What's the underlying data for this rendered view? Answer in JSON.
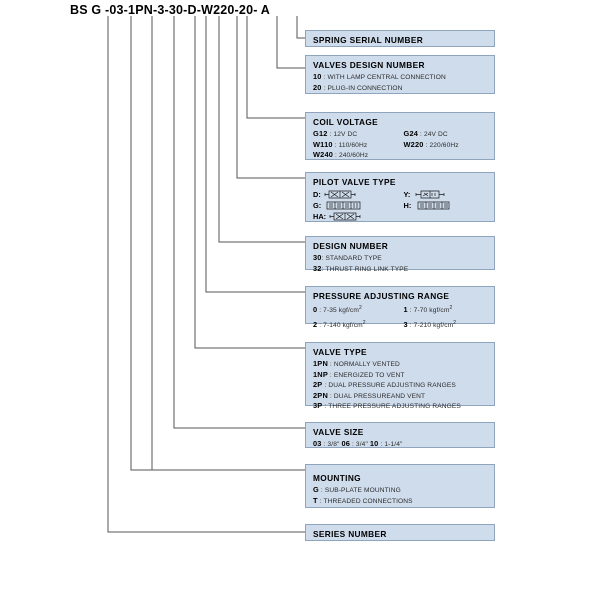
{
  "header": {
    "model_code": "BS G -03-1PN-3-30-D-W220-20- A"
  },
  "colors": {
    "box_fill": "#cfdcec",
    "box_border": "#8fa4bd",
    "wire": "#555555",
    "text": "#000000"
  },
  "boxes": [
    {
      "name": "spring-serial-number",
      "title": "SPRING SERIAL NUMBER",
      "rows": []
    },
    {
      "name": "valves-design-number",
      "title": "VALVES DESIGN NUMBER",
      "rows": [
        {
          "code": "10",
          "sep": " : ",
          "desc": "WITH LAMP CENTRAL CONNECTION"
        },
        {
          "code": "20",
          "sep": " : ",
          "desc": "PLUG-IN CONNECTION"
        }
      ]
    },
    {
      "name": "coil-voltage",
      "title": "COIL VOLTAGE",
      "pairs": [
        [
          {
            "code": "G12",
            "sep": " : ",
            "desc": "12V DC"
          },
          {
            "code": "G24",
            "sep": " : ",
            "desc": "24V DC"
          }
        ],
        [
          {
            "code": "W110",
            "sep": " : ",
            "desc": "110/60Hz"
          },
          {
            "code": "W220",
            "sep": " : ",
            "desc": "220/60Hz"
          }
        ],
        [
          {
            "code": "W240",
            "sep": " : ",
            "desc": "240/60Hz"
          },
          null
        ]
      ]
    },
    {
      "name": "pilot-valve-type",
      "title": "PILOT VALVE TYPE",
      "symbol_pairs": [
        [
          {
            "code": "D:",
            "symbol": "valve-symbol-d"
          },
          {
            "code": "Y:",
            "symbol": "valve-symbol-y"
          }
        ],
        [
          {
            "code": "G:",
            "symbol": "valve-symbol-g"
          },
          {
            "code": "H:",
            "symbol": "valve-symbol-h"
          }
        ],
        [
          {
            "code": "HA:",
            "symbol": "valve-symbol-ha"
          },
          null
        ]
      ]
    },
    {
      "name": "design-number",
      "title": "DESIGN NUMBER",
      "rows": [
        {
          "code": "30",
          "sep": ": ",
          "desc": "STANDARD TYPE"
        },
        {
          "code": "32",
          "sep": ": ",
          "desc": "THRUST RING LINK TYPE"
        }
      ]
    },
    {
      "name": "pressure-adjusting-range",
      "title": "PRESSURE ADJUSTING RANGE",
      "pairs": [
        [
          {
            "code": "0",
            "sep": " : ",
            "desc": "7-35 kgf/cm",
            "sup": "2"
          },
          {
            "code": "1",
            "sep": " : ",
            "desc": "7-70 kgf/cm",
            "sup": "2"
          }
        ],
        [
          {
            "code": "2",
            "sep": " : ",
            "desc": "7-140 kgf/cm",
            "sup": "2"
          },
          {
            "code": "3",
            "sep": " : ",
            "desc": "7-210 kgf/cm",
            "sup": "2"
          }
        ]
      ]
    },
    {
      "name": "valve-type",
      "title": "VALVE TYPE",
      "rows": [
        {
          "code": "1PN",
          "sep": " : ",
          "desc": "NORMALLY VENTED"
        },
        {
          "code": "1NP",
          "sep": " : ",
          "desc": "ENERGIZED TO VENT"
        },
        {
          "code": "2P",
          "sep": " : ",
          "desc": "DUAL PRESSURE ADJUSTING RANGES"
        },
        {
          "code": "2PN",
          "sep": " : ",
          "desc": "DUAL PRESSUREAND VENT"
        },
        {
          "code": "3P",
          "sep": " : ",
          "desc": "THREE PRESSURE ADJUSTING RANGES"
        }
      ]
    },
    {
      "name": "valve-size",
      "title": "VALVE SIZE",
      "inline": [
        {
          "code": "03",
          "sep": " : ",
          "desc": "3/8\""
        },
        {
          "code": "06",
          "sep": " : ",
          "desc": "3/4\""
        },
        {
          "code": "10",
          "sep": " : ",
          "desc": "1-1/4\""
        }
      ]
    },
    {
      "name": "mounting",
      "title": "MOUNTING",
      "rows": [
        {
          "code": "G",
          "sep": " : ",
          "desc": "SUB-PLATE MOUNTING"
        },
        {
          "code": "T",
          "sep": " : ",
          "desc": "THREADED CONNECTIONS"
        }
      ]
    },
    {
      "name": "series-number",
      "title": "SERIES NUMBER",
      "rows": []
    }
  ]
}
